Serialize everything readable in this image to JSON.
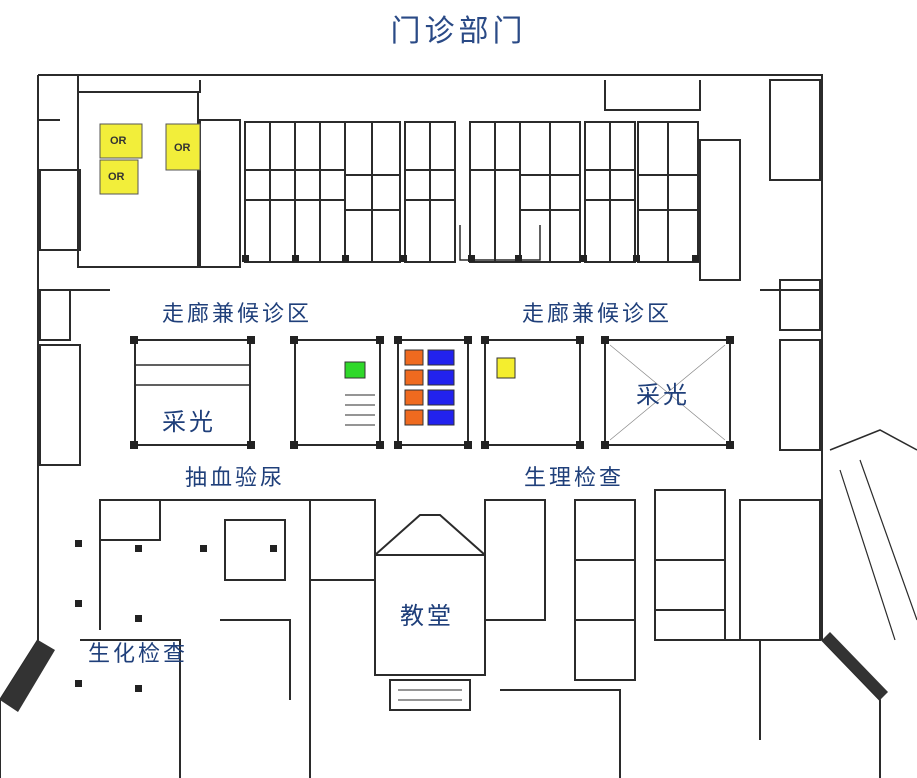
{
  "title": "门诊部门",
  "labels": {
    "corridor_left": "走廊兼候诊区",
    "corridor_right": "走廊兼候诊区",
    "skylight_left": "采光",
    "skylight_right": "采光",
    "blood_urine": "抽血验尿",
    "physiology": "生理检查",
    "chapel": "教堂",
    "biochem": "生化检查",
    "or_1": "OR",
    "or_2": "OR",
    "or_3": "OR"
  },
  "colors": {
    "wall": "#2b2b2b",
    "label": "#1f3f7a",
    "or_room": "#f2ee3a",
    "elevator_green": "#2fd82a",
    "elevator_orange": "#ef6a1f",
    "elevator_blue": "#2222ee",
    "elevator_yellow": "#f4ee2e"
  }
}
